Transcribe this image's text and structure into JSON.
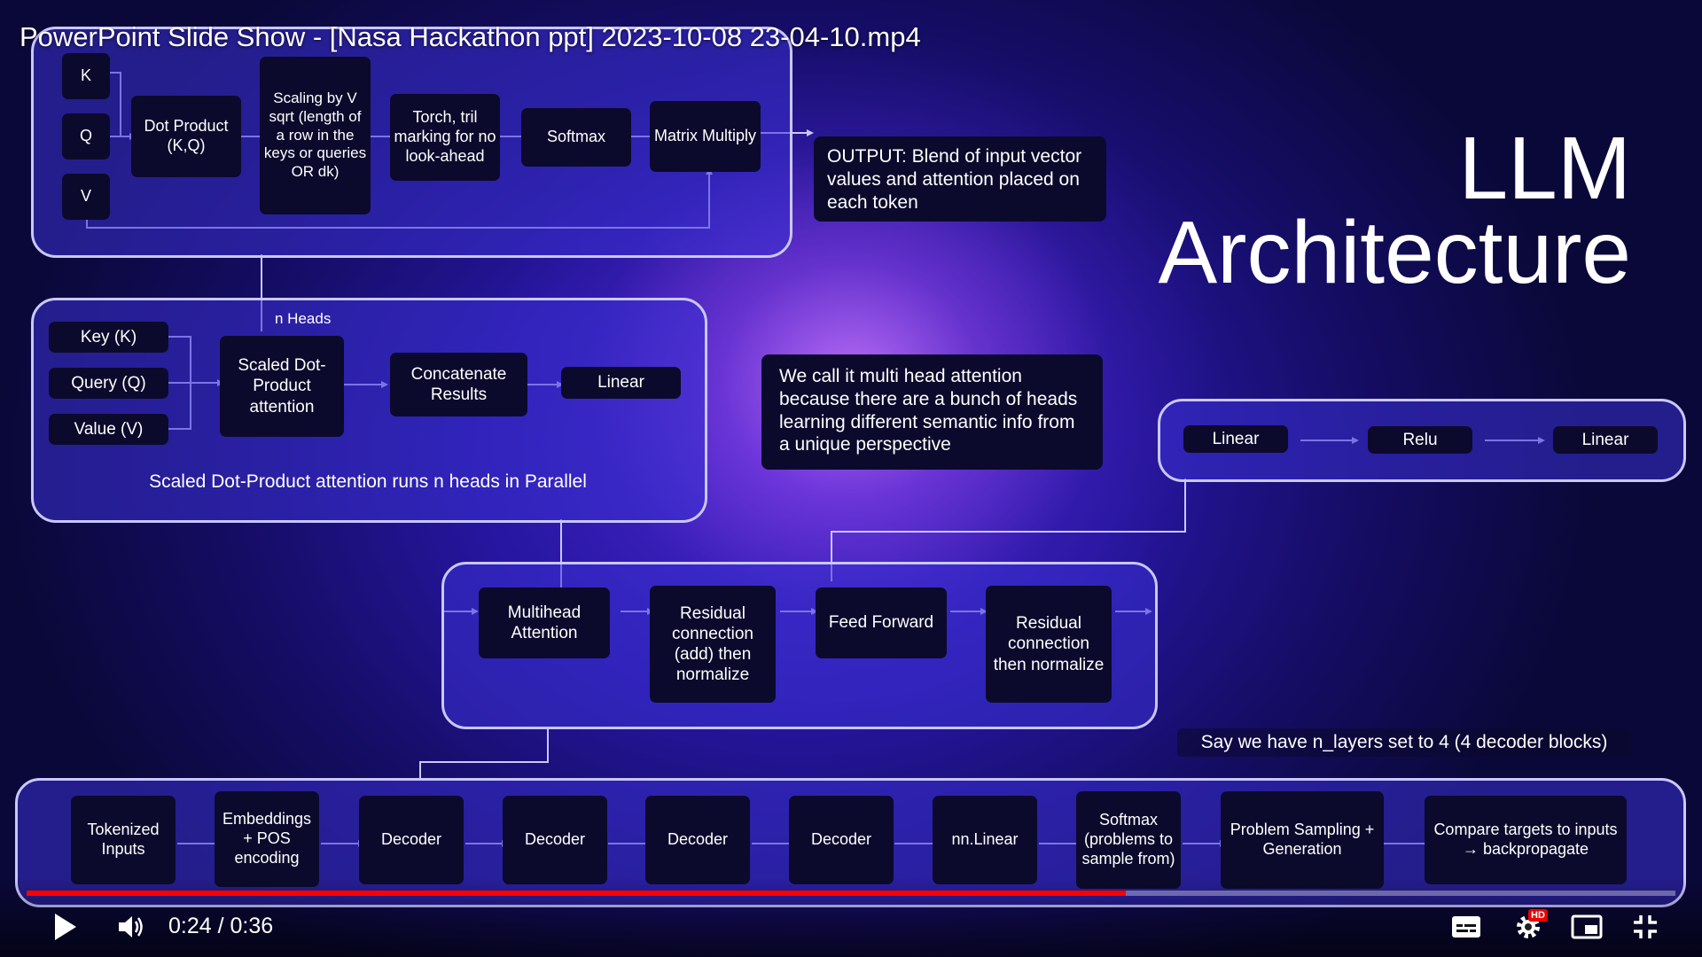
{
  "window_title": "PowerPoint Slide Show - [Nasa Hackathon ppt] 2023-10-08 23-04-10.mp4",
  "slide": {
    "title_line1": "LLM",
    "title_line2": "Architecture",
    "attention_detail": {
      "inputs": [
        "K",
        "Q",
        "V"
      ],
      "steps": [
        "Dot Product (K,Q)",
        "Scaling by V sqrt (length of a row in the keys or queries OR dk)",
        "Torch, tril marking for no look-ahead",
        "Softmax",
        "Matrix Multiply"
      ],
      "output_note": "OUTPUT: Blend of input vector values and attention placed on each token"
    },
    "multihead": {
      "heads_label": "n Heads",
      "inputs": [
        "Key (K)",
        "Query (Q)",
        "Value (V)"
      ],
      "attention": "Scaled Dot-Product attention",
      "concat": "Concatenate Results",
      "linear": "Linear",
      "caption": "Scaled Dot-Product attention runs n heads in Parallel",
      "note": "We call it multi head attention because there are a bunch of heads learning different semantic info from a unique perspective"
    },
    "feed_forward_detail": [
      "Linear",
      "Relu",
      "Linear"
    ],
    "decoder_block": [
      "Multihead Attention",
      "Residual connection (add) then normalize",
      "Feed Forward",
      "Residual connection then normalize"
    ],
    "layers_note": "Say we have n_layers set to 4 (4 decoder blocks)",
    "pipeline": [
      "Tokenized Inputs",
      "Embeddings + POS encoding",
      "Decoder",
      "Decoder",
      "Decoder",
      "Decoder",
      "nn.Linear",
      "Softmax (problems to sample from)",
      "Problem Sampling + Generation",
      "Compare targets to inputs → backpropagate"
    ]
  },
  "player": {
    "time_display": "0:24 / 0:36",
    "progress_fraction": 0.6667,
    "hd_badge": "HD",
    "icons": [
      "play-icon",
      "volume-icon",
      "subtitles-icon",
      "settings-icon",
      "miniplayer-icon",
      "exit-fullscreen-icon"
    ]
  }
}
